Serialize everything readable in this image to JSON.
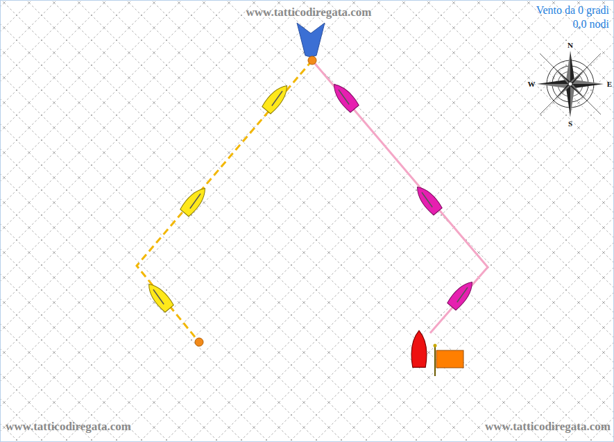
{
  "diagram": {
    "labels": [
      "www.tatticodiregata.com",
      "Vento da 0 gradi",
      "0,0 nodi",
      "N",
      "E",
      "S",
      "W",
      "www.tatticodiregata.com",
      "www.tatticodiregata.com"
    ]
  }
}
